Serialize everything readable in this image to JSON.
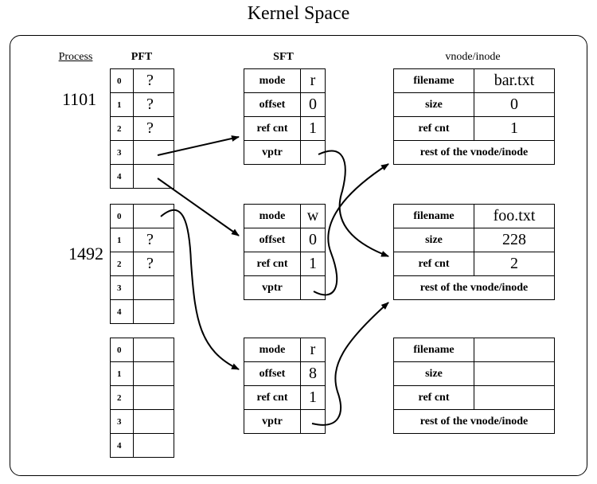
{
  "title": "Kernel Space",
  "headers": {
    "process": "Process",
    "pft": "PFT",
    "sft": "SFT",
    "vnode": "vnode/inode"
  },
  "processes": [
    "1101",
    "1492"
  ],
  "pft": [
    {
      "rows": [
        {
          "i": "0",
          "v": "?"
        },
        {
          "i": "1",
          "v": "?"
        },
        {
          "i": "2",
          "v": "?"
        },
        {
          "i": "3",
          "v": ""
        },
        {
          "i": "4",
          "v": ""
        }
      ]
    },
    {
      "rows": [
        {
          "i": "0",
          "v": ""
        },
        {
          "i": "1",
          "v": "?"
        },
        {
          "i": "2",
          "v": "?"
        },
        {
          "i": "3",
          "v": ""
        },
        {
          "i": "4",
          "v": ""
        }
      ]
    },
    {
      "rows": [
        {
          "i": "0",
          "v": ""
        },
        {
          "i": "1",
          "v": ""
        },
        {
          "i": "2",
          "v": ""
        },
        {
          "i": "3",
          "v": ""
        },
        {
          "i": "4",
          "v": ""
        }
      ]
    }
  ],
  "sft": [
    {
      "mode": "r",
      "offset": "0",
      "refcnt": "1"
    },
    {
      "mode": "w",
      "offset": "0",
      "refcnt": "1"
    },
    {
      "mode": "r",
      "offset": "8",
      "refcnt": "1"
    }
  ],
  "sft_labels": {
    "mode": "mode",
    "offset": "offset",
    "refcnt": "ref cnt",
    "vptr": "vptr"
  },
  "vnode": [
    {
      "filename": "bar.txt",
      "size": "0",
      "refcnt": "1"
    },
    {
      "filename": "foo.txt",
      "size": "228",
      "refcnt": "2"
    },
    {
      "filename": "",
      "size": "",
      "refcnt": ""
    }
  ],
  "vnode_labels": {
    "filename": "filename",
    "size": "size",
    "refcnt": "ref cnt",
    "rest": "rest of the vnode/inode"
  }
}
